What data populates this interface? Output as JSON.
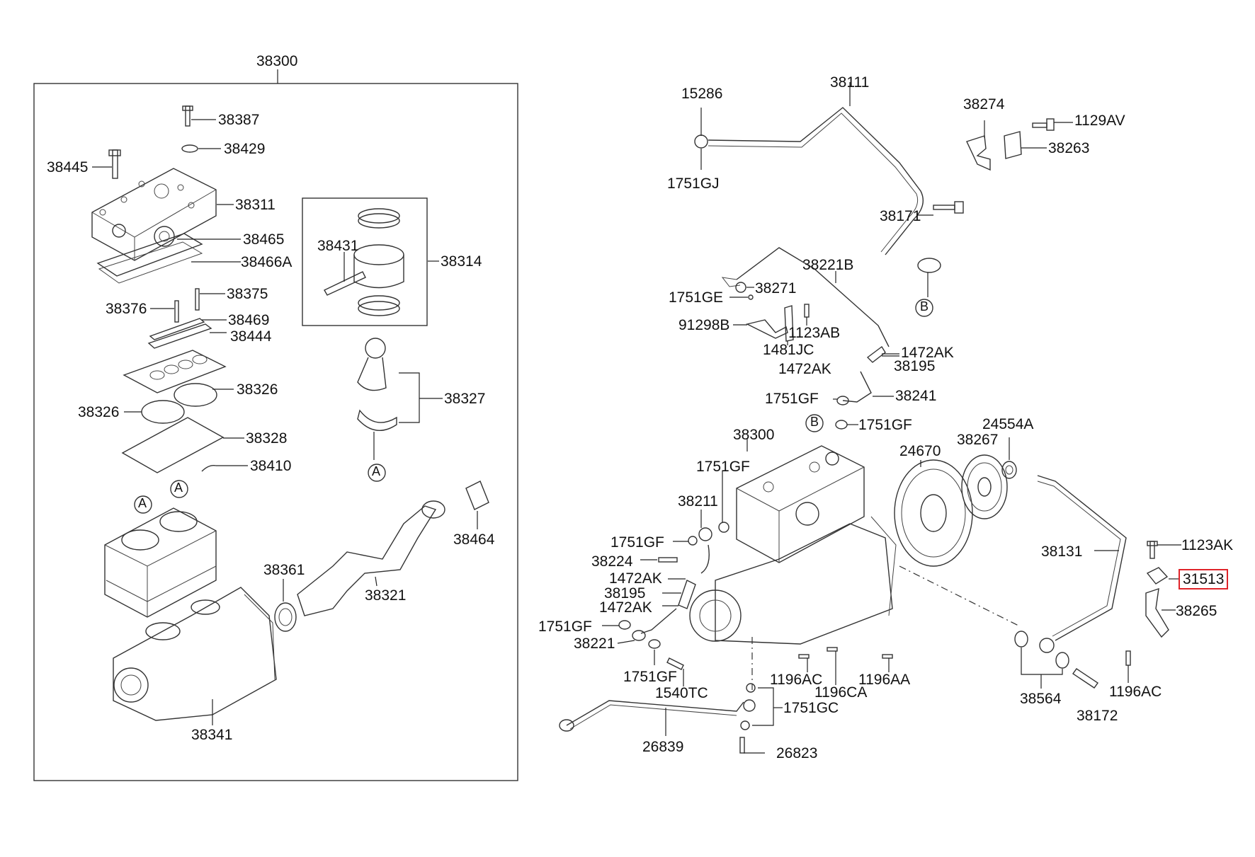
{
  "assembly_label": "38300",
  "callouts": {
    "p38387": "38387",
    "p38429": "38429",
    "p38445": "38445",
    "p38311": "38311",
    "p38465": "38465",
    "p38466A": "38466A",
    "p38375": "38375",
    "p38376": "38376",
    "p38469": "38469",
    "p38444": "38444",
    "p38326a": "38326",
    "p38326b": "38326",
    "p38328": "38328",
    "p38410": "38410",
    "p38431": "38431",
    "p38314": "38314",
    "p38327": "38327",
    "p38464": "38464",
    "p38361": "38361",
    "p38321": "38321",
    "p38341": "38341",
    "p15286": "15286",
    "p38111": "38111",
    "p1751GJ": "1751GJ",
    "p38274": "38274",
    "p1129AV": "1129AV",
    "p38263": "38263",
    "p38171": "38171",
    "p38221B": "38221B",
    "p1751GE": "1751GE",
    "p38271": "38271",
    "p91298B": "91298B",
    "p1123AB": "1123AB",
    "p1481JC": "1481JC",
    "p1472AKa": "1472AK",
    "p1472AKb": "1472AK",
    "p38195a": "38195",
    "p1751GFa": "1751GF",
    "p38241": "38241",
    "p1751GFb": "1751GF",
    "p24554A": "24554A",
    "p38267": "38267",
    "p24670": "24670",
    "p38300b": "38300",
    "p1751GFc": "1751GF",
    "p38211": "38211",
    "p1751GFd": "1751GF",
    "p38224": "38224",
    "p1472AKc": "1472AK",
    "p38195b": "38195",
    "p1472AKd": "1472AK",
    "p1751GFe": "1751GF",
    "p38221": "38221",
    "p1751GFf": "1751GF",
    "p1540TC": "1540TC",
    "p1196ACa": "1196AC",
    "p1196CA": "1196CA",
    "p1196AA": "1196AA",
    "p1751GC": "1751GC",
    "p26839": "26839",
    "p26823": "26823",
    "p38131": "38131",
    "p1123AK": "1123AK",
    "p31513": "31513",
    "p38265": "38265",
    "p38564": "38564",
    "p38172": "38172",
    "p1196ACb": "1196AC"
  },
  "reference_markers": {
    "A1": "A",
    "A2": "A",
    "A3": "A",
    "B1": "B",
    "B2": "B"
  },
  "highlighted_part": "31513",
  "colors": {
    "line": "#333333",
    "highlight_border": "#e0242a",
    "background": "#ffffff"
  }
}
